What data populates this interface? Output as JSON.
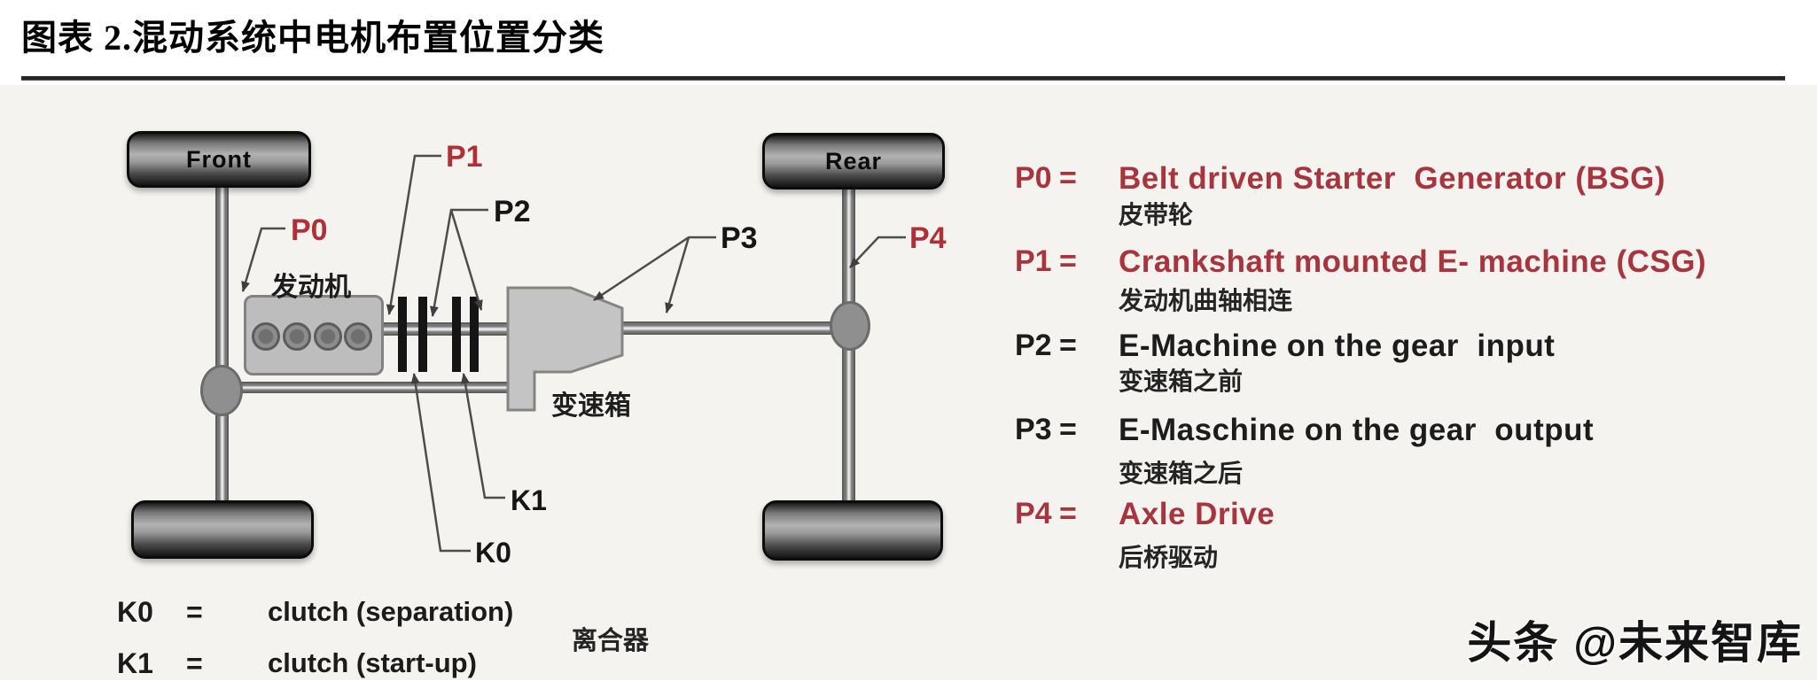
{
  "title": "图表 2.混动系统中电机布置位置分类",
  "diagram": {
    "front_wheel_label": "Front",
    "rear_wheel_label": "Rear",
    "engine_label": "发动机",
    "gearbox_label": "变速箱",
    "p0": "P0",
    "p1": "P1",
    "p2": "P2",
    "p3": "P3",
    "p4": "P4",
    "k0": "K0",
    "k1": "K1"
  },
  "legend": {
    "items": [
      {
        "key": "P0",
        "eq": "=",
        "en": "Belt driven Starter  Generator (BSG)",
        "zh": "皮带轮",
        "color": "#a8353e"
      },
      {
        "key": "P1",
        "eq": "=",
        "en": "Crankshaft mounted E- machine (CSG)",
        "zh": "发动机曲轴相连",
        "color": "#a8353e"
      },
      {
        "key": "P2",
        "eq": "=",
        "en": "E-Machine on the gear  input",
        "zh": "变速箱之前",
        "color": "#1c1c1c"
      },
      {
        "key": "P3",
        "eq": "=",
        "en": "E-Maschine on the gear  output",
        "zh": "变速箱之后",
        "color": "#1c1c1c"
      },
      {
        "key": "P4",
        "eq": "=",
        "en": "Axle Drive",
        "zh": "后桥驱动",
        "color": "#a8353e"
      }
    ]
  },
  "clutch_legend": {
    "rows": [
      {
        "key": "K0",
        "eq": "=",
        "desc": "clutch (separation)"
      },
      {
        "key": "K1",
        "eq": "=",
        "desc": "clutch (start-up)"
      }
    ],
    "zh_label": "离合器"
  },
  "watermark": "头条 @未来智库",
  "colors": {
    "legend_red": "#a8353e",
    "diagram_red": "#b03038",
    "text_black": "#1c1c1c"
  }
}
